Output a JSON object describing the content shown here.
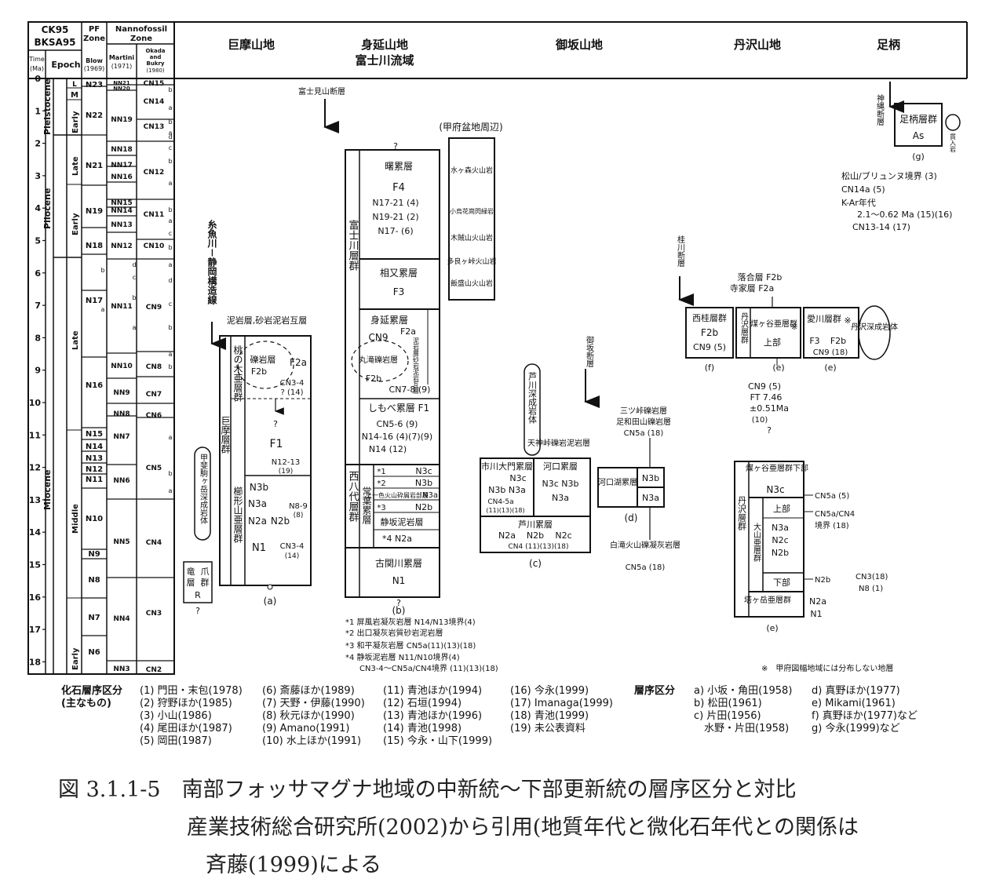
{
  "time_scale": {
    "hdr_ck": "CK95",
    "hdr_bk": "BKSA95",
    "hdr_time": [
      "Time",
      "(Ma)"
    ],
    "hdr_epoch": "Epoch",
    "hdr_pf": [
      "PF",
      "Zone"
    ],
    "hdr_nanno": [
      "Nannofossil",
      "Zone"
    ],
    "hdr_blow": [
      "Blow",
      "(1969)"
    ],
    "hdr_martini": [
      "Martini",
      "(1971)"
    ],
    "hdr_okada": [
      "Okada",
      "and",
      "Bukry",
      "(1980)"
    ],
    "ages": [
      "0",
      "1",
      "2",
      "3",
      "4",
      "5",
      "6",
      "7",
      "8",
      "9",
      "10",
      "11",
      "12",
      "13",
      "14",
      "15",
      "16",
      "17",
      "18"
    ],
    "epochs": [
      "Pleistocene",
      "Pliocene",
      "Miocene"
    ],
    "subepochs": [
      "L",
      "M",
      "Early",
      "Late",
      "Early",
      "Late",
      "Middle",
      "Early"
    ],
    "pf_zones": [
      "N23",
      "N22",
      "N21",
      "N19",
      "N18",
      "N17",
      "N16",
      "N15",
      "N14",
      "N13",
      "N12",
      "N11",
      "N10",
      "N9",
      "N8",
      "N7",
      "N6"
    ],
    "pf_sub": [
      "b",
      "a"
    ],
    "martini_zones": [
      "NN21",
      "NN20",
      "NN19",
      "NN18",
      "NN17",
      "NN16",
      "NN15",
      "NN14",
      "NN13",
      "NN12",
      "NN11",
      "NN10",
      "NN9",
      "NN8",
      "NN7",
      "NN6",
      "NN5",
      "NN4",
      "NN3"
    ],
    "martini_sub": [
      "d",
      "c",
      "b",
      "a"
    ],
    "okada_zones": [
      "CN15",
      "CN14",
      "CN13",
      "CN12",
      "CN11",
      "CN10",
      "CN9",
      "CN8",
      "CN7",
      "CN6",
      "CN5",
      "CN4",
      "CN3",
      "CN2"
    ],
    "okada_sub": [
      "b",
      "a",
      "b",
      "a",
      "d",
      "c",
      "b",
      "a",
      "b",
      "a",
      "c",
      "b",
      "a",
      "d",
      "c",
      "b",
      "a",
      "b",
      "a",
      "b",
      "a"
    ]
  },
  "regions": {
    "kyomasan": "巨摩山地",
    "minobu_1": "身延山地",
    "minobu_2": "富士川流域",
    "misaka": "御坂山地",
    "tanzawa": "丹沢山地",
    "ashigara": "足柄"
  },
  "faults": {
    "fujimi": "富士見山断層",
    "itoigawa": "糸魚川－静岡構造線",
    "katsuragawa": "桂川断層",
    "misaka": "御坂断層",
    "kannawa": "神縄断層"
  },
  "col_a": {
    "note_top": "泥岩層,砂岩泥岩互層",
    "group_kyoma": "巨摩層群",
    "sub_momonoki": "桃の木亜層群",
    "sub_misaka": "櫛形山亜層群",
    "conglo": "礫岩層",
    "f2b": "F2b",
    "f2a": "F2a",
    "cn34": "CN3-4",
    "q14": "? (14)",
    "q": "?",
    "f1": "F1",
    "n1213": "N12-13",
    "n19ref": "(19)",
    "n3b": "N3b",
    "n3a": "N3a",
    "n2a": "N2a",
    "n2b": "N2b",
    "n89": "N8-9",
    "n8ref": "(8)",
    "n1": "N1",
    "cn34b": "CN3-4",
    "ref14": "(14)",
    "label": "(a)",
    "kaigun": "甲斐駒ヶ岳深成岩体",
    "kosame_1": "爪",
    "kosame_2": "群",
    "kosame_3": "層",
    "kosame_4": "R",
    "kosame_5": "竜",
    "q2": "?"
  },
  "col_b": {
    "q_top": "?",
    "fujikawa": "富士川層群",
    "nishiyatsushiro": "西八代層群",
    "tokiwa": "常葉累層",
    "akebono": "曙累層",
    "f4": "F4",
    "akebono_ages": [
      "N17-21 (4)",
      "N19-21 (2)",
      "N17- (6)"
    ],
    "aimata": "相又累層",
    "f3": "F3",
    "minobu": "身延累層",
    "cn9": "CN9",
    "f2a": "F2a",
    "maruta": "丸滝礫岩層",
    "f2b": "F2b",
    "doro": "泥岩層砂岩泥岩互層",
    "cn78": "CN7-8 (9)",
    "shimobe": "しもべ累層 F1",
    "shimobe_ages": [
      "CN5-6 (9)",
      "N14-16 (4)(7)(9)",
      "N14 (12)"
    ],
    "tokiwa_rows": [
      "*1",
      "N3c",
      "*2",
      "N3b",
      "上一色火山砕屑岩部層",
      "N3a",
      "*3",
      "N2b"
    ],
    "shizuka": "静坂泥岩層",
    "n2a": "*4 N2a",
    "koseki": "古関川累層",
    "n1": "N1",
    "q_bot": "?",
    "label": "(b)"
  },
  "kofu": {
    "title": "(甲府盆地周辺)",
    "items": [
      "水ヶ森火山岩",
      "小烏花崗閃緑岩",
      "木賊山火山岩",
      "多良ヶ峠火山岩",
      "飯盛山火山岩"
    ]
  },
  "col_c": {
    "ashigawa_pluton": "芦川深成岩体",
    "tenjin": "天神峠礫岩泥岩層",
    "ichikawa": "市川大門累層",
    "ichi_ages": [
      "N3c",
      "N3b N3a",
      "CN4-5a",
      "(11)(13)(18)"
    ],
    "kawaguchi": "河口累層",
    "kawa_ages": [
      "N3c N3b",
      "N3a"
    ],
    "ashigawa": "芦川累層",
    "ashi_ages": [
      "N2a",
      "N2b",
      "N2c",
      "CN4 (11)(13)(18)"
    ],
    "label": "(c)"
  },
  "col_d": {
    "mitsutoge": "三ツ峠礫岩層",
    "ashiwada": "足和田山礫岩層",
    "cn5a": "CN5a (18)",
    "kawaguchiko": "河口湖累層",
    "n3b": "N3b",
    "n3a": "N3a",
    "shiratake": "白滝火山礫凝灰岩層",
    "cn5a2": "CN5a (18)",
    "label": "(d)"
  },
  "col_f": {
    "nishikatsura": "西桂層群",
    "f2b": "F2b",
    "cn9": "CN9 (5)",
    "label": "(f)"
  },
  "col_e_top": {
    "ochiai": "落合層 F2b",
    "terai": "寺家層 F2a",
    "tanzawa": "丹沢層群",
    "bai": "煤ヶ谷亜層群",
    "joubu": "上部",
    "mark": "※",
    "label": "(e)",
    "cn9": "CN9 (5)",
    "ft": "FT 7.46",
    "pm": "±0.51Ma",
    "ref10": "(10)",
    "q": "?"
  },
  "col_e2": {
    "aikawa": "愛川層群",
    "mark": "※",
    "f3": "F3",
    "f2b": "F2b",
    "cn9": "CN9 (18)",
    "label": "(e)",
    "pluton": "丹沢深成岩体"
  },
  "col_g": {
    "ashigara": "足柄層群",
    "as": "As",
    "label": "(g)",
    "kannyu": "貫入岩",
    "notes": [
      "松山/ブリュンヌ境界 (3)",
      "CN14a (5)",
      "K-Ar年代",
      "2.1～0.62 Ma (15)(16)",
      "CN13-14 (17)"
    ]
  },
  "col_e_bottom": {
    "group": "丹沢層群",
    "bai": "煤ヶ谷亜層群下部",
    "n3c": "N3c",
    "oyama": "大山亜層群",
    "joubu": "上部",
    "n3a": "N3a",
    "n2c": "N2c",
    "n2b": "N2b",
    "kabu": "下部",
    "tonodake": "塔ヶ岳亜層群",
    "n2a": "N2a",
    "n1": "N1",
    "r1": "CN5a (5)",
    "r2": "CN5a/CN4",
    "r3": "境界 (18)",
    "r4": "N2b",
    "r5": "CN3(18)",
    "r6": "N8 (1)",
    "label": "(e)"
  },
  "footnotes_b": [
    "*1  屏風岩凝灰岩層  N14/N13境界(4)",
    "*2  出口凝灰岩質砂岩泥岩層",
    "*3  和平凝灰岩層  CN5a(11)(13)(18)",
    "*4  静坂泥岩層  N11/N10境界(4)",
    "CN3-4～CN5a/CN4境界 (11)(13)(18)"
  ],
  "kofu_note": "※　甲府図幅地域には分布しない地層",
  "references": {
    "fossil_title": [
      "化石層序区分",
      "(主なもの)"
    ],
    "fossil_col1": [
      "(1) 門田・末包(1978)",
      "(2) 狩野ほか(1985)",
      "(3) 小山(1986)",
      "(4) 尾田ほか(1987)",
      "(5) 岡田(1987)"
    ],
    "fossil_col2": [
      "(6) 斎藤ほか(1989)",
      "(7) 天野・伊藤(1990)",
      "(8) 秋元ほか(1990)",
      "(9) Amano(1991)",
      "(10) 水上ほか(1991)"
    ],
    "fossil_col3": [
      "(11) 青池ほか(1994)",
      "(12) 石垣(1994)",
      "(13) 青池ほか(1996)",
      "(14) 青池(1998)",
      "(15) 今永・山下(1999)"
    ],
    "fossil_col4": [
      "(16) 今永(1999)",
      "(17) Imanaga(1999)",
      "(18) 青池(1999)",
      "(19) 未公表資料"
    ],
    "strat_title": "層序区分",
    "strat_col1": [
      "a) 小坂・角田(1958)",
      "b) 松田(1961)",
      "c) 片田(1956)",
      "　水野・片田(1958)"
    ],
    "strat_col2": [
      "d) 真野ほか(1977)",
      "e) Mikami(1961)",
      "f) 真野ほか(1977)など",
      "g) 今永(1999)など"
    ]
  },
  "caption": {
    "line1": "図 3.1.1-5　南部フォッサマグナ地域の中新統～下部更新統の層序区分と対比",
    "line2": "産業技術総合研究所(2002)から引用(地質年代と微化石年代との関係は",
    "line3": "斉藤(1999)による"
  }
}
